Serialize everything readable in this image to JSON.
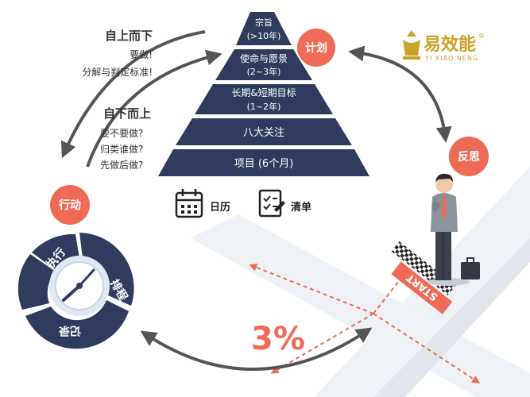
{
  "brand": {
    "name": "易效能",
    "registered": "®",
    "pinyin": "YI XIAO NENG",
    "color": "#c9a227"
  },
  "colors": {
    "navy": "#2f3c5e",
    "coral": "#ef6b55",
    "arrow": "#555555",
    "text": "#333333"
  },
  "pyramid": {
    "levels": [
      {
        "lines": [
          "宗旨",
          "(>10年)"
        ]
      },
      {
        "lines": [
          "使命与愿景",
          "(2~3年)"
        ]
      },
      {
        "lines": [
          "长期&短期目标",
          "(1~2年)"
        ]
      },
      {
        "lines": [
          "八大关注"
        ]
      },
      {
        "lines": [
          "项目 (6个月)"
        ]
      }
    ]
  },
  "tools": {
    "calendar_label": "日历",
    "checklist_label": "清单"
  },
  "cycle": {
    "plan": "计划",
    "reflect": "反思",
    "action": "行动"
  },
  "top_down": {
    "title": "自上而下",
    "lines": [
      "要做!",
      "分解与判定标准!"
    ]
  },
  "bottom_up": {
    "title": "自下而上",
    "lines": [
      "要不要做?",
      "归类谁做?",
      "先做后做?"
    ]
  },
  "clock": {
    "segments": [
      "执行",
      "排程",
      "记录"
    ]
  },
  "scene": {
    "percent": "3%",
    "start_label": "START"
  }
}
